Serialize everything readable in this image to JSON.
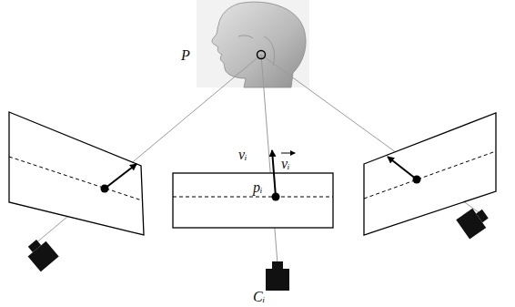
{
  "diagram": {
    "labels": [
      "P",
      "vᵢ",
      "vᵢ",
      "pᵢ",
      "Cᵢ"
    ]
  }
}
